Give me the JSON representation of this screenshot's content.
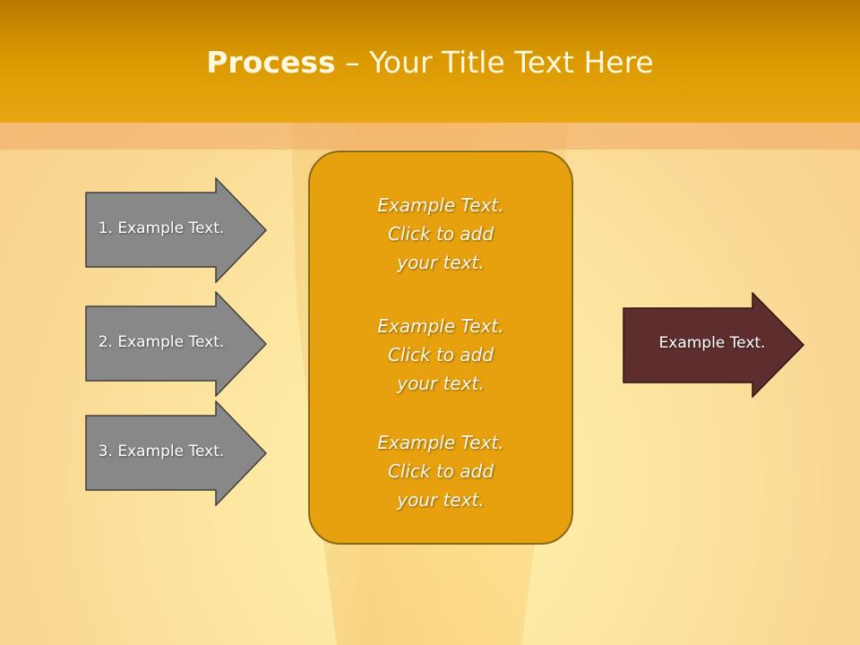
{
  "title": {
    "bold": "Process",
    "rest": " – Your Title Text Here"
  },
  "left_arrows": [
    "1. Example Text.",
    "2. Example Text.",
    "3. Example Text."
  ],
  "center_blocks": [
    {
      "line1": "Example Text.",
      "line2": "Click  to add",
      "line3": "your text."
    },
    {
      "line1": "Example Text.",
      "line2": "Click  to add",
      "line3": "your text."
    },
    {
      "line1": "Example Text.",
      "line2": "Click  to add",
      "line3": "your text."
    }
  ],
  "right_arrow": "Example Text.",
  "colors": {
    "title_bar": "#d99800",
    "left_arrow_fill": "#888888",
    "center_box": "#e8a10e",
    "right_arrow_fill": "#5e2e2e"
  }
}
